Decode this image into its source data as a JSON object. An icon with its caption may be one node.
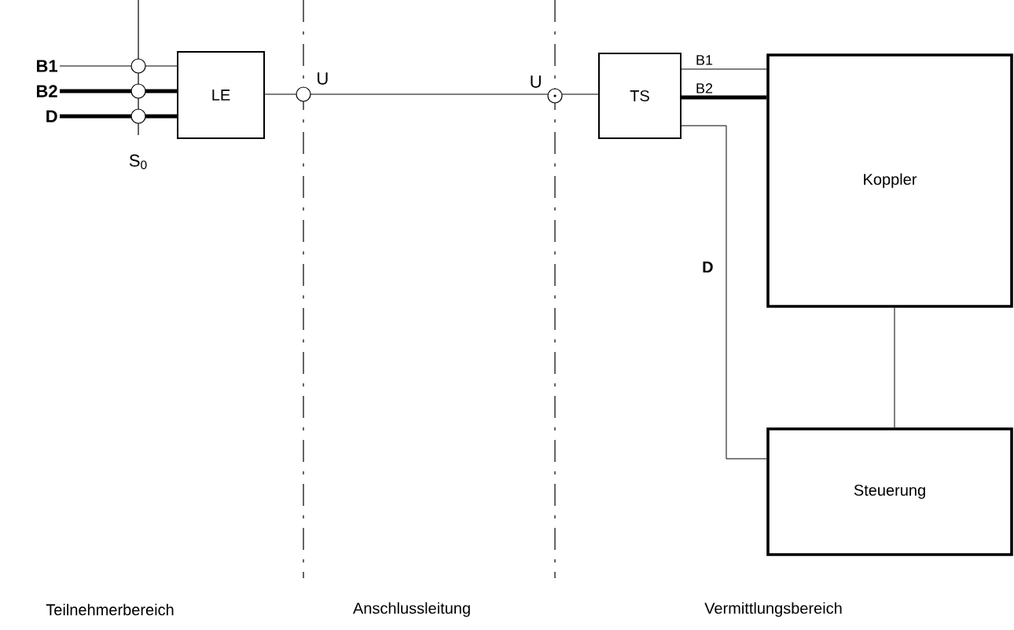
{
  "diagram": {
    "nodes": [
      {
        "text": [
          "B1"
        ]
      },
      {
        "text": [
          "B2"
        ]
      },
      {
        "text": [
          "D"
        ]
      },
      {
        "text": [
          "LE"
        ]
      },
      {
        "text": [
          "TS"
        ]
      },
      {
        "text": [
          "Koppler"
        ]
      },
      {
        "text": [
          "Steuerung"
        ]
      }
    ],
    "edges": [
      {
        "from": 0,
        "to": 3,
        "arrow": "none"
      },
      {
        "from": 1,
        "to": 3,
        "arrow": "none",
        "style": "thick"
      },
      {
        "from": 2,
        "to": 3,
        "arrow": "none",
        "style": "thick"
      },
      {
        "from": 3,
        "to": 4,
        "arrow": "none"
      },
      {
        "from": 4,
        "to": 5,
        "arrow": "none",
        "label": "B1"
      },
      {
        "from": 4,
        "to": 5,
        "arrow": "none",
        "label": "B2",
        "style": "thick"
      },
      {
        "from": 4,
        "to": 6,
        "arrow": "none",
        "label": "D"
      },
      {
        "from": 5,
        "to": 6,
        "arrow": "none"
      }
    ],
    "labels": [
      "U",
      "U",
      "S$_{0}$",
      "Teilnehmerbereich",
      "Anschlussleitung",
      "Vermittlungsbereich"
    ]
  }
}
